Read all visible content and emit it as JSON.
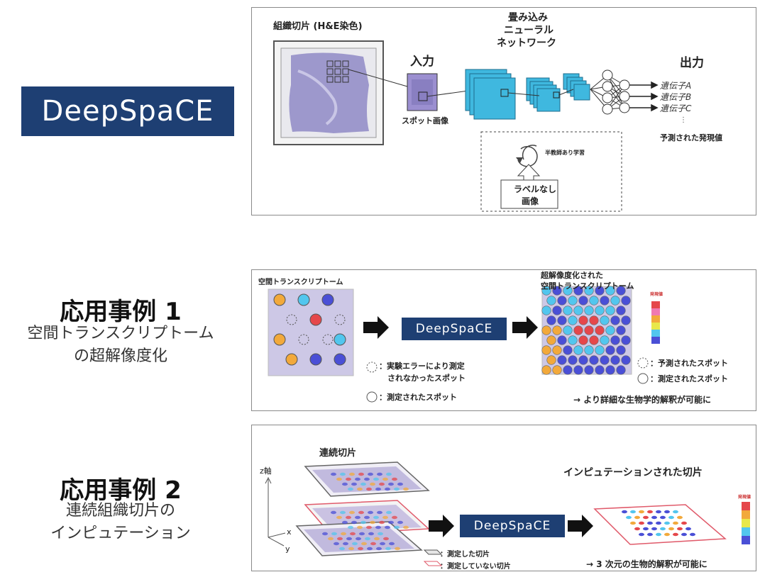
{
  "brand": {
    "label": "DeepSpaCE"
  },
  "case1": {
    "title": "応用事例 1",
    "subtitle_line1": "空間トランスクリプトーム",
    "subtitle_line2": "の超解像度化"
  },
  "case2": {
    "title": "応用事例 2",
    "subtitle_line1": "連続組織切片の",
    "subtitle_line2": "インピュテーション"
  },
  "panel1": {
    "tissue_label": "組織切片 (H&E染色)",
    "cnn_line1": "畳み込み",
    "cnn_line2": "ニューラル",
    "cnn_line3": "ネットワーク",
    "input_label": "入力",
    "spot_image_label": "スポット画像",
    "output_label": "出力",
    "genes": [
      "遺伝子A",
      "遺伝子B",
      "遺伝子C"
    ],
    "predicted_label": "予測された発現値",
    "semi_supervised_label": "半教師あり学習",
    "unlabeled_line1": "ラベルなし",
    "unlabeled_line2": "画像"
  },
  "panel2": {
    "st_label": "空間トランスクリプトーム",
    "sr_line1": "超解像度化された",
    "sr_line2": "空間トランスクリプトーム",
    "expr_label": "発現値",
    "missing_line1": "：実験エラーにより測定",
    "missing_line2": "されなかったスポット",
    "measured_left": "：測定されたスポット",
    "predicted_spot": "：予測されたスポット",
    "measured_right": "：測定されたスポット",
    "conclusion": "→ より詳細な生物学的解釈が可能に",
    "button_label": "DeepSpaCE"
  },
  "panel3": {
    "serial_label": "連続切片",
    "axis_z": "z軸",
    "axis_x": "x",
    "axis_y": "y",
    "imputed_label": "インピュテーションされた切片",
    "expr_label": "発現値",
    "measured_section": "：測定した切片",
    "unmeasured_section": "：測定していない切片",
    "conclusion": "→ 3 次元の生物的解釈が可能に",
    "button_label": "DeepSpaCE"
  },
  "colors": {
    "brand_blue": "#1e3f73",
    "tissue_purple": "#8f8ac6",
    "cnn_cyan": "#3fb8df",
    "spot_orange": "#f2a93b",
    "spot_red": "#e5474b",
    "spot_blue": "#4a4fd6",
    "spot_cyan": "#52c6ee",
    "section_red": "#e05a6a"
  }
}
